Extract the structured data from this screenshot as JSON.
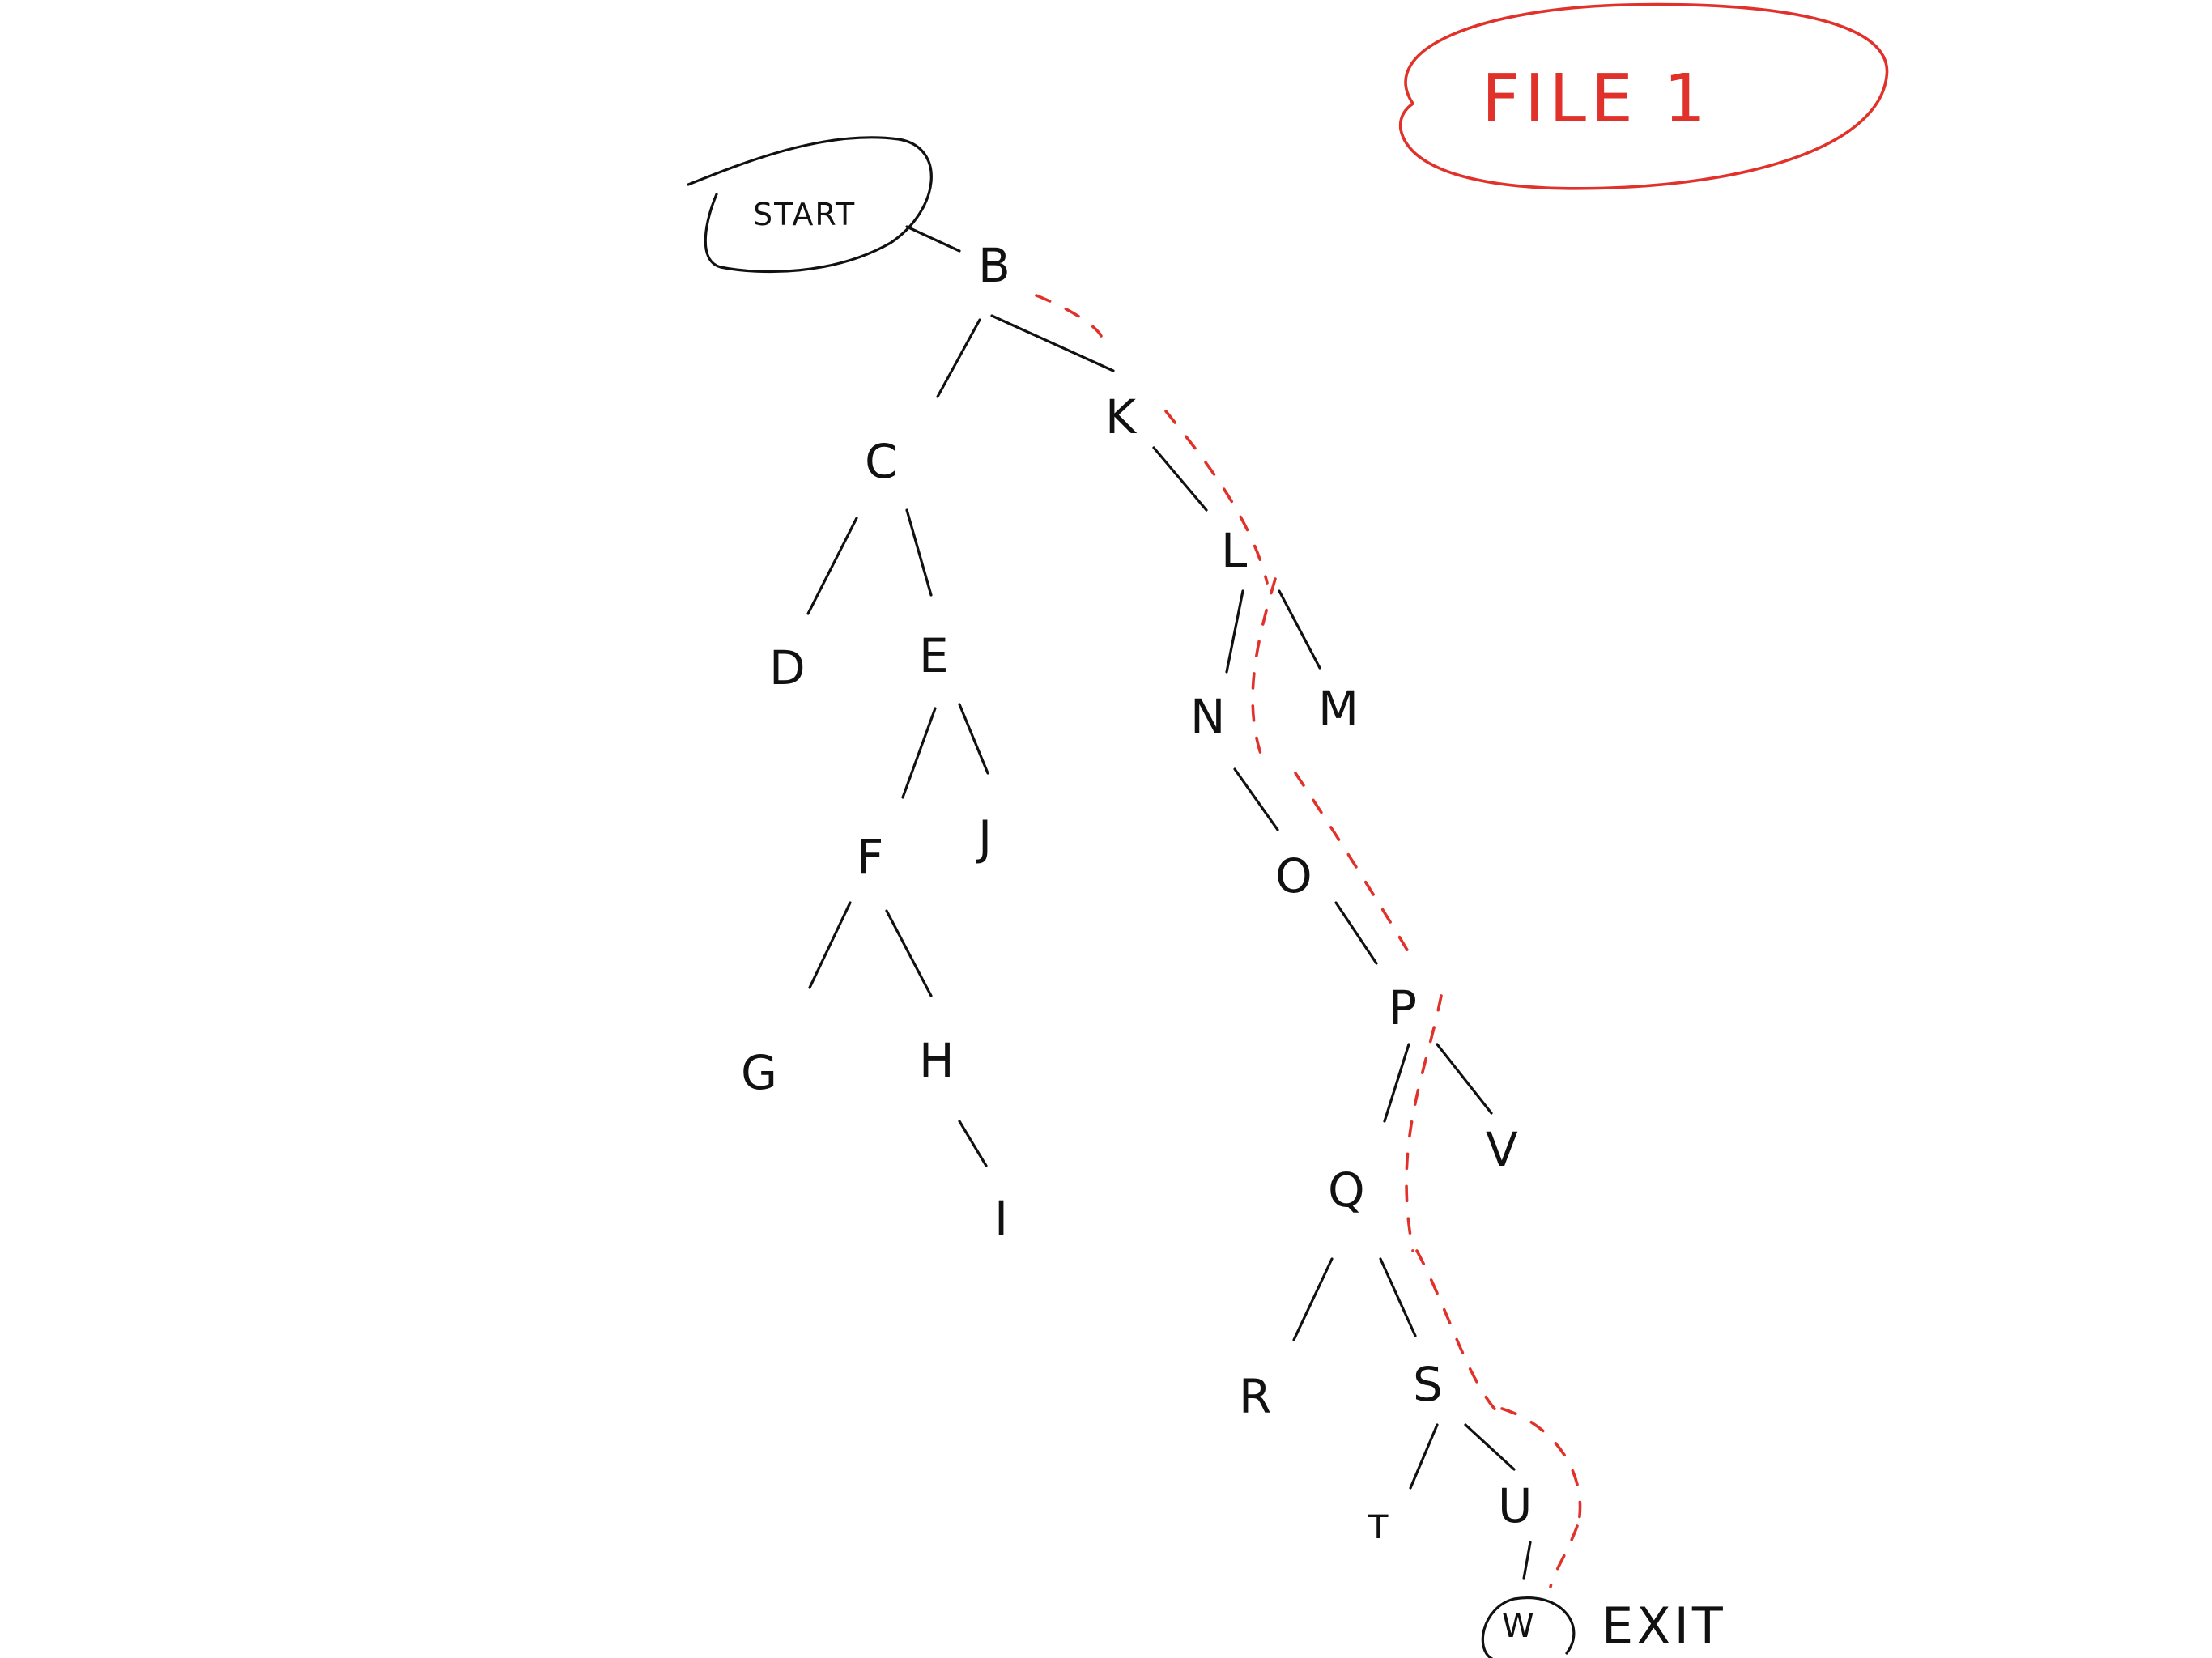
{
  "diagram": {
    "title": "FILE 1",
    "start_label": "START",
    "exit_label": "EXIT",
    "accent_color": "#e0322a",
    "ink_color": "#111111",
    "nodes": {
      "B": "B",
      "C": "C",
      "D": "D",
      "E": "E",
      "F": "F",
      "G": "G",
      "H": "H",
      "I": "I",
      "J": "J",
      "K": "K",
      "L": "L",
      "M": "M",
      "N": "N",
      "O": "O",
      "P": "P",
      "Q": "Q",
      "R": "R",
      "S": "S",
      "T": "T",
      "U": "U",
      "V": "V",
      "W": "W"
    },
    "edges": [
      [
        "START",
        "B"
      ],
      [
        "B",
        "C"
      ],
      [
        "B",
        "K"
      ],
      [
        "C",
        "D"
      ],
      [
        "C",
        "E"
      ],
      [
        "E",
        "F"
      ],
      [
        "E",
        "J"
      ],
      [
        "F",
        "G"
      ],
      [
        "F",
        "H"
      ],
      [
        "H",
        "I"
      ],
      [
        "K",
        "L"
      ],
      [
        "L",
        "N"
      ],
      [
        "L",
        "M"
      ],
      [
        "N",
        "O"
      ],
      [
        "O",
        "P"
      ],
      [
        "P",
        "Q"
      ],
      [
        "P",
        "V"
      ],
      [
        "Q",
        "R"
      ],
      [
        "Q",
        "S"
      ],
      [
        "S",
        "T"
      ],
      [
        "S",
        "U"
      ],
      [
        "U",
        "W"
      ]
    ],
    "highlighted_path": [
      "B",
      "K",
      "L",
      "N",
      "O",
      "P",
      "Q",
      "S",
      "U",
      "W"
    ]
  }
}
